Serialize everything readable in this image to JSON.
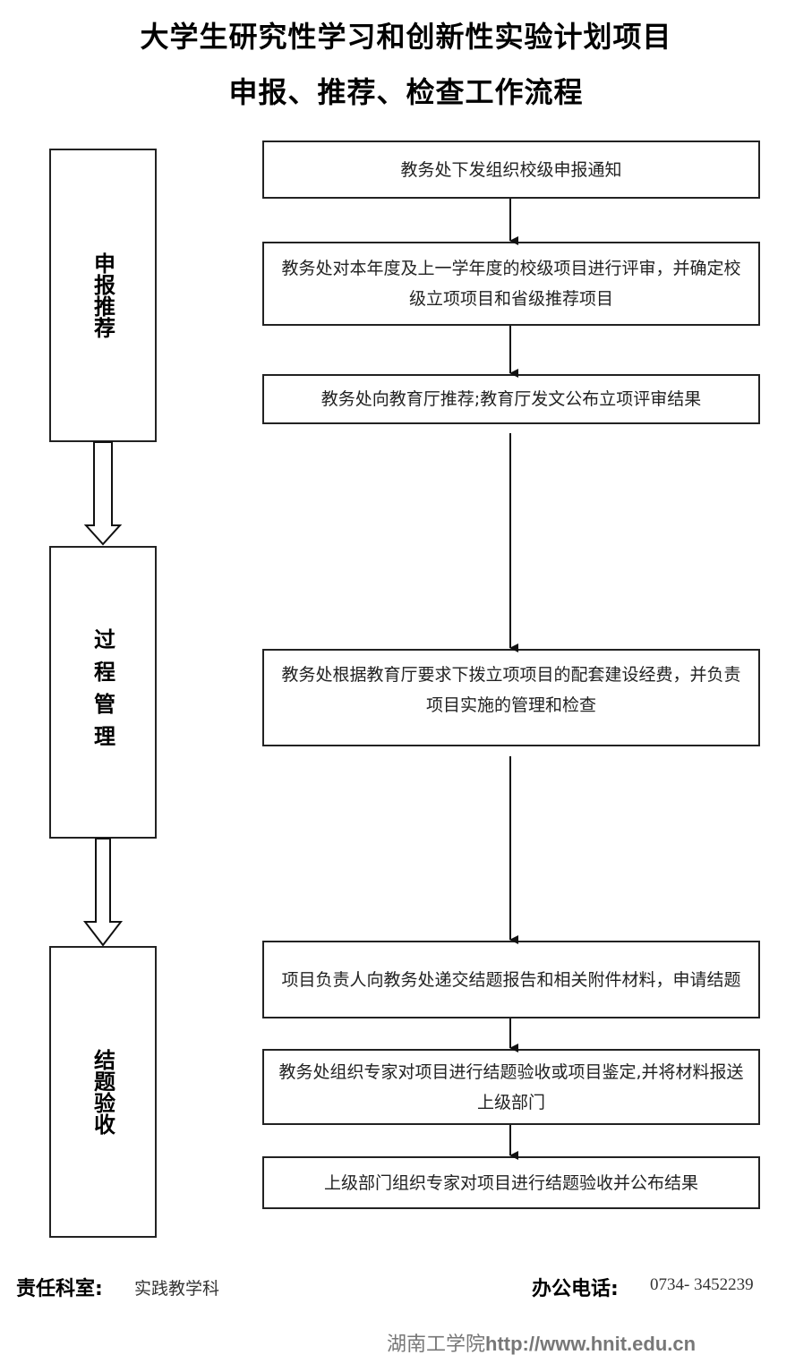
{
  "title": {
    "line1": "大学生研究性学习和创新性实验计划项目",
    "line2": "申报、推荐、检查工作流程"
  },
  "stages": [
    {
      "label": "申报推荐"
    },
    {
      "label": "过程管理"
    },
    {
      "label": "结题验收"
    }
  ],
  "steps": [
    {
      "text": "教务处下发组织校级申报通知"
    },
    {
      "text": "教务处对本年度及上一学年度的校级项目进行评审，并确定校级立项项目和省级推荐项目"
    },
    {
      "text": "教务处向教育厅推荐;教育厅发文公布立项评审结果"
    },
    {
      "text": "教务处根据教育厅要求下拨立项项目的配套建设经费，并负责项目实施的管理和检查"
    },
    {
      "text": "项目负责人向教务处递交结题报告和相关附件材料，申请结题"
    },
    {
      "text": "教务处组织专家对项目进行结题验收或项目鉴定,并将材料报送上级部门"
    },
    {
      "text": "上级部门组织专家对项目进行结题验收并公布结果"
    }
  ],
  "footer": {
    "office_label": "责任科室:",
    "office_value": "实践教学科",
    "phone_label": "办公电话:",
    "phone_value": "0734- 3452239"
  },
  "watermark": {
    "name": "湖南工学院",
    "url": "http://www.hnit.edu.cn"
  },
  "colors": {
    "line": "#222222",
    "text": "#222222",
    "watermark": "#777777"
  }
}
